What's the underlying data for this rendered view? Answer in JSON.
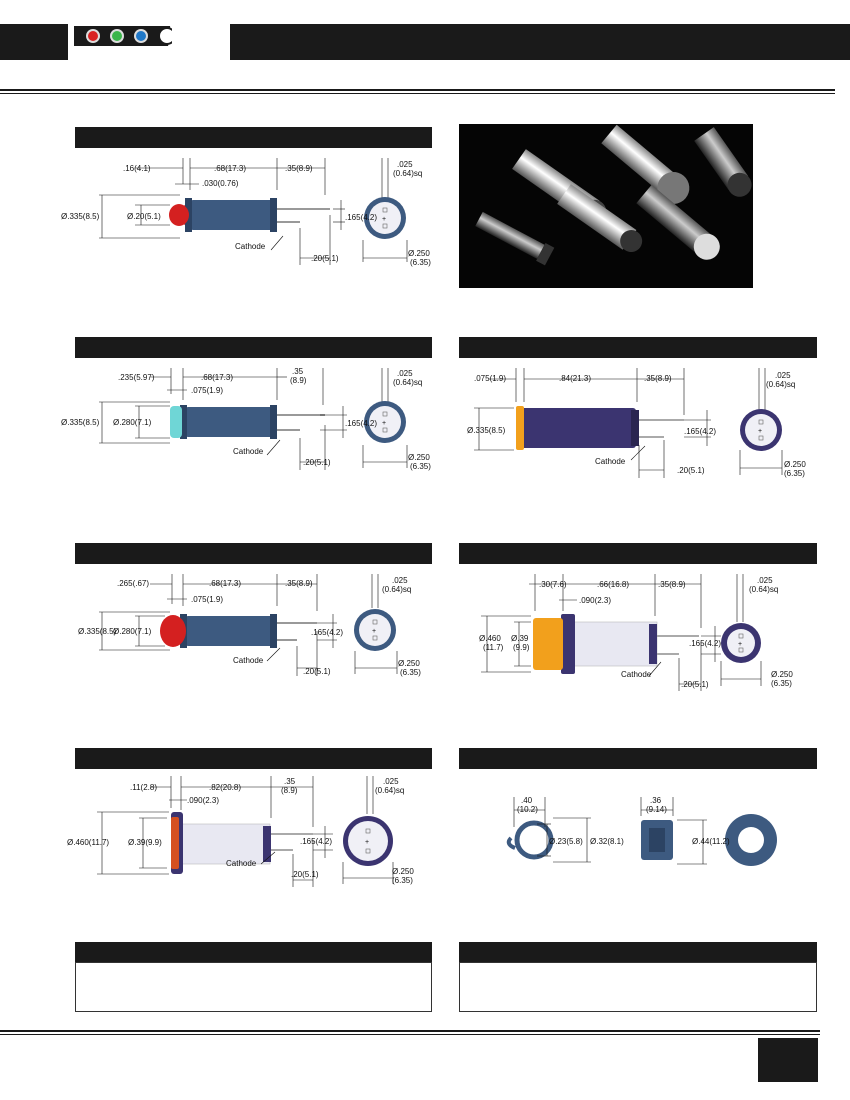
{
  "colors": {
    "header": "#1a1a1a",
    "body_blue": "#3d5a80",
    "body_purple": "#3b3470",
    "lens_red": "#d42020",
    "lens_teal": "#6fd6d6",
    "lens_amber": "#f2a01c"
  },
  "logo": {
    "dots": [
      "#d92323",
      "#3bb54a",
      "#1f78c8"
    ],
    "icon": "led-logo-icon"
  },
  "panels": {
    "p1": {
      "top_a": ".16(4.1)",
      "top_b": ".68(17.3)",
      "top_c": ".35(8.9)",
      "top_sub": ".030(0.76)",
      "dia_outer": "Ø.335(8.5)",
      "dia_inner": "Ø.20(5.1)",
      "pin_spacing": ".165(4.2)",
      "cathode": "Cathode",
      "pin_len": ".20(5.1)",
      "pin_sq_a": ".025",
      "pin_sq_b": "(0.64)sq",
      "end_dia_a": "Ø.250",
      "end_dia_b": "(6.35)"
    },
    "p2": {
      "top_a": ".235(5.97)",
      "top_b": ".68(17.3)",
      "top_c_a": ".35",
      "top_c_b": "(8.9)",
      "top_sub": ".075(1.9)",
      "dia_outer": "Ø.335(8.5)",
      "dia_inner": "Ø.280(7.1)",
      "pin_spacing": ".165(4.2)",
      "cathode": "Cathode",
      "pin_len": ".20(5.1)",
      "pin_sq_a": ".025",
      "pin_sq_b": "(0.64)sq",
      "end_dia_a": "Ø.250",
      "end_dia_b": "(6.35)"
    },
    "p3": {
      "top_a": ".075(1.9)",
      "top_b": ".84(21.3)",
      "top_c": ".35(8.9)",
      "dia_outer": "Ø.335(8.5)",
      "pin_spacing": ".165(4.2)",
      "cathode": "Cathode",
      "pin_len": ".20(5.1)",
      "pin_sq_a": ".025",
      "pin_sq_b": "(0.64)sq",
      "end_dia_a": "Ø.250",
      "end_dia_b": "(6.35)"
    },
    "p4": {
      "top_a": ".265(.67)",
      "top_b": ".68(17.3)",
      "top_c": ".35(8.9)",
      "top_sub": ".075(1.9)",
      "dia_outer": "Ø.335(8.5)",
      "dia_inner": "Ø.280(7.1)",
      "pin_spacing": ".165(4.2)",
      "cathode": "Cathode",
      "pin_len": ".20(5.1)",
      "pin_sq_a": ".025",
      "pin_sq_b": "(0.64)sq",
      "end_dia_a": "Ø.250",
      "end_dia_b": "(6.35)"
    },
    "p5": {
      "top_a": ".30(7.6)",
      "top_b": ".66(16.8)",
      "top_c": ".35(8.9)",
      "top_sub": ".090(2.3)",
      "dia_outer_a": "Ø.460",
      "dia_outer_b": "(11.7)",
      "dia_inner_a": "Ø.39",
      "dia_inner_b": "(9.9)",
      "pin_spacing": ".165(4.2)",
      "cathode": "Cathode",
      "pin_len": ".20(5.1)",
      "pin_sq_a": ".025",
      "pin_sq_b": "(0.64)sq",
      "end_dia_a": "Ø.250",
      "end_dia_b": "(6.35)"
    },
    "p6": {
      "top_a": ".11(2.8)",
      "top_b": ".82(20.8)",
      "top_c_a": ".35",
      "top_c_b": "(8.9)",
      "top_sub": ".090(2.3)",
      "dia_outer": "Ø.460(11.7)",
      "dia_inner": "Ø.39(9.9)",
      "pin_spacing": ".165(4.2)",
      "cathode": "Cathode",
      "pin_len": ".20(5.1)",
      "pin_sq_a": ".025",
      "pin_sq_b": "(0.64)sq",
      "end_dia_a": "Ø.250",
      "end_dia_b": "(6.35)"
    },
    "p7": {
      "clip_w_a": ".40",
      "clip_w_b": "(10.2)",
      "clip_d1": "Ø.23(5.8)",
      "clip_d2": "Ø.32(8.1)",
      "nut_w_a": ".36",
      "nut_w_b": "(9.14)",
      "nut_d": "Ø.44(11.2)"
    }
  }
}
